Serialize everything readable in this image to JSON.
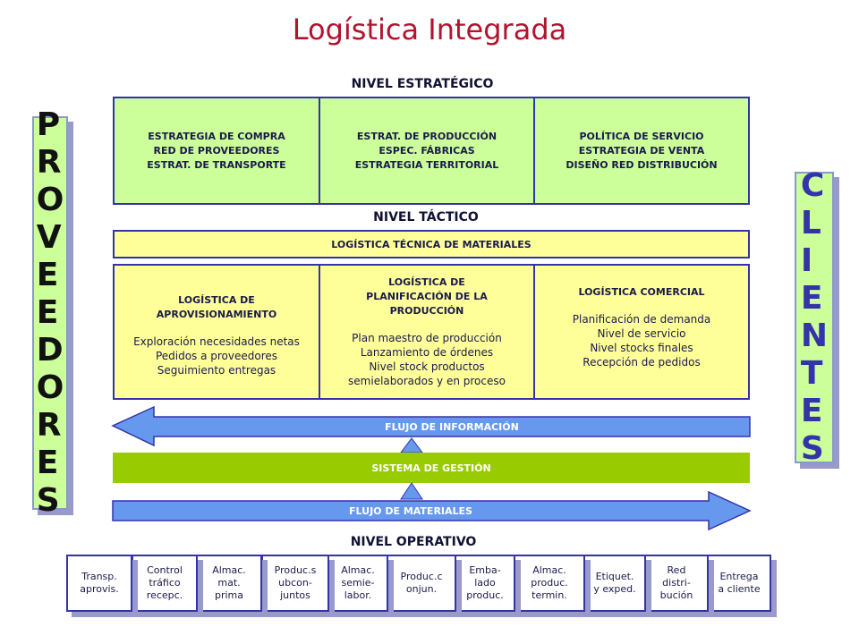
{
  "title": "Logística Integrada",
  "levels": {
    "strategic": "NIVEL ESTRATÉGICO",
    "tactical": "NIVEL TÁCTICO",
    "operative": "NIVEL OPERATIVO"
  },
  "left_side": {
    "letters": [
      "P",
      "R",
      "O",
      "V",
      "E",
      "E",
      "D",
      "O",
      "R",
      "E",
      "S"
    ]
  },
  "right_side": {
    "letters": [
      "C",
      "L",
      "I",
      "E",
      "N",
      "T",
      "E",
      "S"
    ]
  },
  "strategic_boxes": [
    "ESTRATEGIA DE COMPRA\nRED DE PROVEEDORES\nESTRAT. DE TRANSPORTE",
    "ESTRAT. DE PRODUCCIÓN\nESPEC. FÁBRICAS\nESTRATEGIA TERRITORIAL",
    "POLÍTICA DE SERVICIO\nESTRATEGIA DE VENTA\nDISEÑO RED DISTRIBUCIÓN"
  ],
  "technical_bar": "LOGÍSTICA TÉCNICA DE MATERIALES",
  "tactical_boxes": [
    {
      "heading": "LOGÍSTICA DE\nAPROVISIONAMIENTO",
      "body": "Exploración necesidades netas\nPedidos a proveedores\nSeguimiento entregas"
    },
    {
      "heading": "LOGÍSTICA DE\nPLANIFICACIÓN DE LA\nPRODUCCIÓN",
      "body": "Plan maestro de producción\nLanzamiento de órdenes\nNivel stock productos\nsemielaborados y en proceso"
    },
    {
      "heading": "LOGÍSTICA COMERCIAL",
      "body": "Planificación de demanda\nNivel de servicio\nNivel stocks finales\nRecepción de pedidos"
    }
  ],
  "flows": {
    "information": "FLUJO DE INFORMACIÓN",
    "management": "SISTEMA DE GESTIÓN",
    "materials": "FLUJO DE MATERIALES"
  },
  "colors": {
    "title": "#b0142f",
    "green": "#ccff99",
    "yellow": "#ffff99",
    "border": "#3333aa",
    "arrow": "#6699ee",
    "management": "#99cc00"
  },
  "operative_items": [
    "Transp.\naprovis.",
    "Control\ntráfico\nrecepc.",
    "Almac.\nmat.\nprima",
    "Produc.s\nubcon-\njuntos",
    "Almac.\nsemie-\nlabor.",
    "Produc.c\nonjun.",
    "Emba-\nlado\nproduc.",
    "Almac.\nproduc.\ntermin.",
    "Etiquet.\ny exped.",
    "Red\ndistri-\nbución",
    "Entrega\na cliente"
  ]
}
